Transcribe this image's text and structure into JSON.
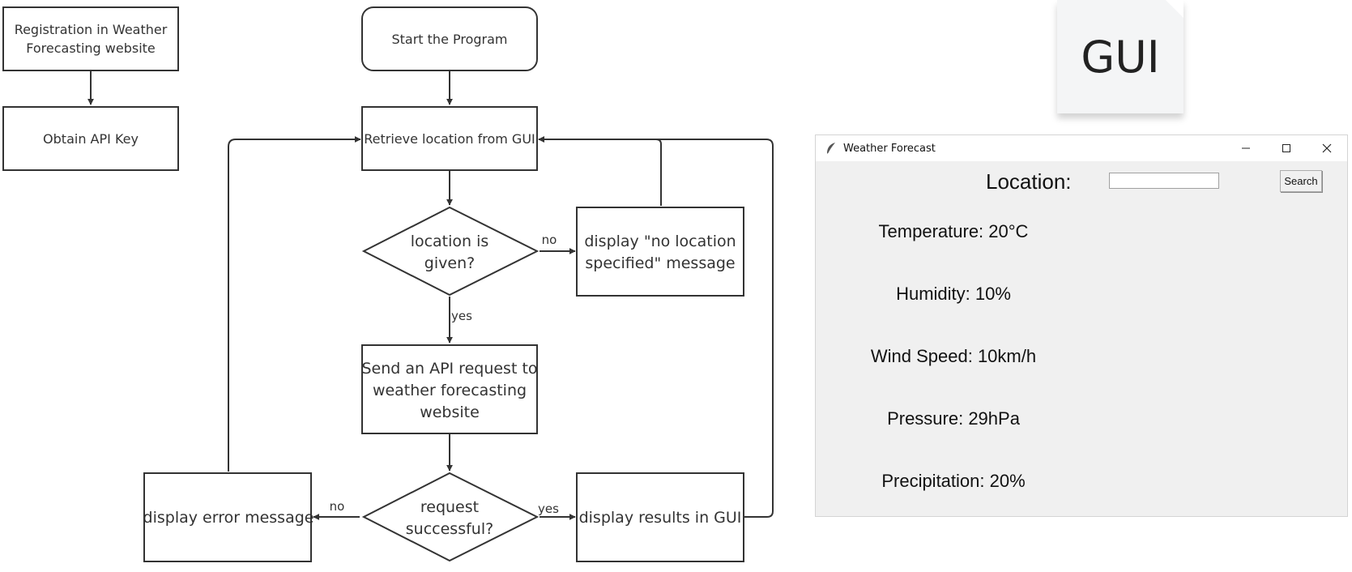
{
  "flowchart": {
    "registration": [
      "Registration in Weather",
      "Forecasting website"
    ],
    "obtain_key": "Obtain API Key",
    "start": "Start the Program",
    "retrieve": "Retrieve location from GUI",
    "location_given": [
      "location is",
      "given?"
    ],
    "no_location_msg": [
      "display \"no location",
      "specified\" message"
    ],
    "send_request": [
      "Send an API request to",
      "weather forecasting",
      "website"
    ],
    "request_successful": [
      "request",
      "successful?"
    ],
    "display_error": "display error message",
    "display_results": "display results in GUI",
    "edge_no": "no",
    "edge_yes": "yes"
  },
  "note": {
    "label": "GUI"
  },
  "window": {
    "title": "Weather Forecast",
    "location_label": "Location:",
    "location_value": "",
    "search_label": "Search",
    "temperature": "Temperature: 20°C",
    "humidity": "Humidity: 10%",
    "wind_speed": "Wind Speed: 10km/h",
    "pressure": "Pressure: 29hPa",
    "precipitation": "Precipitation: 20%"
  }
}
